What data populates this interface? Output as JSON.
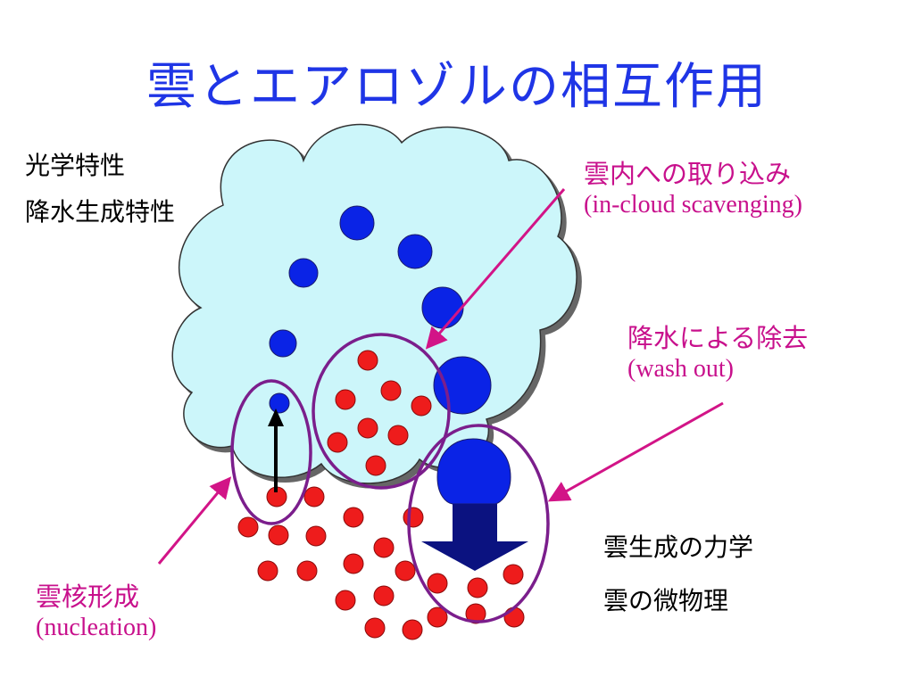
{
  "title": "雲とエアロゾルの相互作用",
  "left_labels": [
    "光学特性",
    "降水生成特性"
  ],
  "right_labels": [
    "雲生成の力学",
    "雲の微物理"
  ],
  "processes": {
    "in_cloud": {
      "jp": "雲内への取り込み",
      "en": "(in-cloud scavenging)"
    },
    "wash_out": {
      "jp": "降水による除去",
      "en": "(wash out)"
    },
    "nucleation": {
      "jp": "雲核形成",
      "en": "(nucleation)"
    }
  },
  "colors": {
    "title": "#1f35e6",
    "cloud_fill": "#ccf6fa",
    "cloud_droplet": "#0a23e6",
    "aerosol": "#ee1c1c",
    "circle": "#7b1e8c",
    "arrow_pointer": "#d21487",
    "precip_arrow": "#0b1280"
  },
  "icons": [
    "cloud",
    "cloud-droplet",
    "aerosol-particle",
    "upward-arrow",
    "downward-arrow"
  ]
}
